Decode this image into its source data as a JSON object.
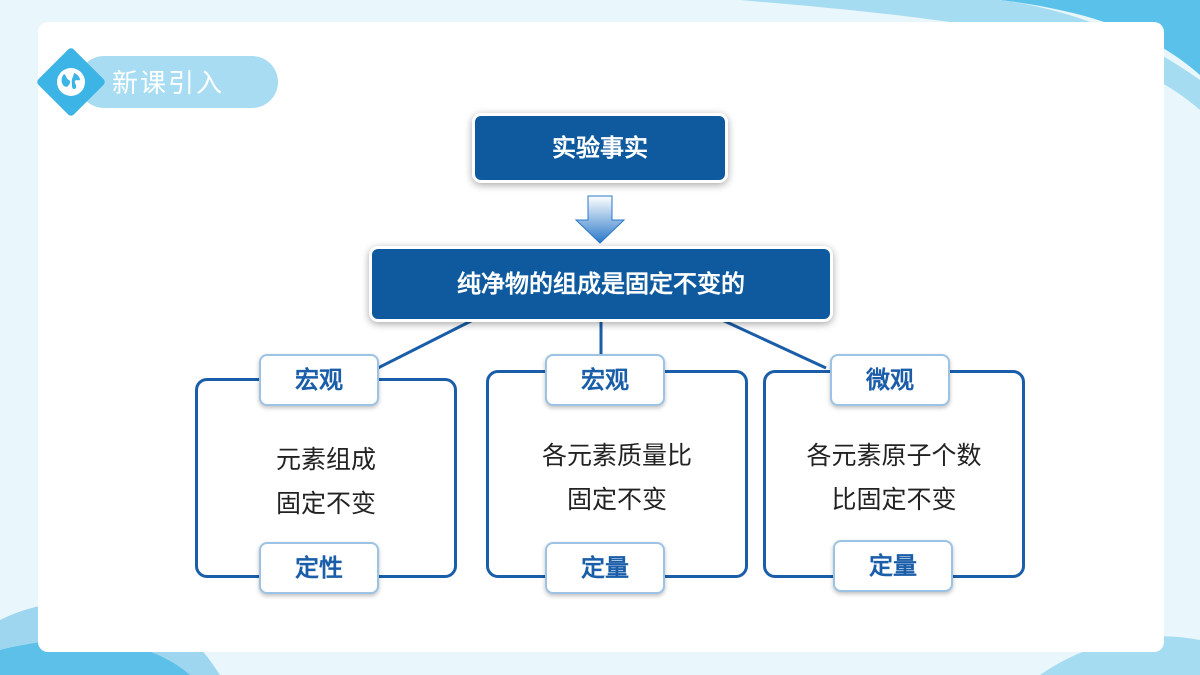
{
  "header": {
    "title": "新课引入"
  },
  "diagram": {
    "top": "实验事实",
    "middle": "纯净物的组成是固定不变的",
    "branches": [
      {
        "top_tag": "宏观",
        "lines": [
          "元素组成",
          "固定不变"
        ],
        "bottom_tag": "定性"
      },
      {
        "top_tag": "宏观",
        "lines": [
          "各元素质量比",
          "固定不变"
        ],
        "bottom_tag": "定量"
      },
      {
        "top_tag": "微观",
        "lines": [
          "各元素原子个数",
          "比固定不变"
        ],
        "bottom_tag": "定量"
      }
    ]
  },
  "colors": {
    "primary": "#0f5a9e",
    "accent": "#3cb4e6",
    "frame": "#1a5da8"
  }
}
